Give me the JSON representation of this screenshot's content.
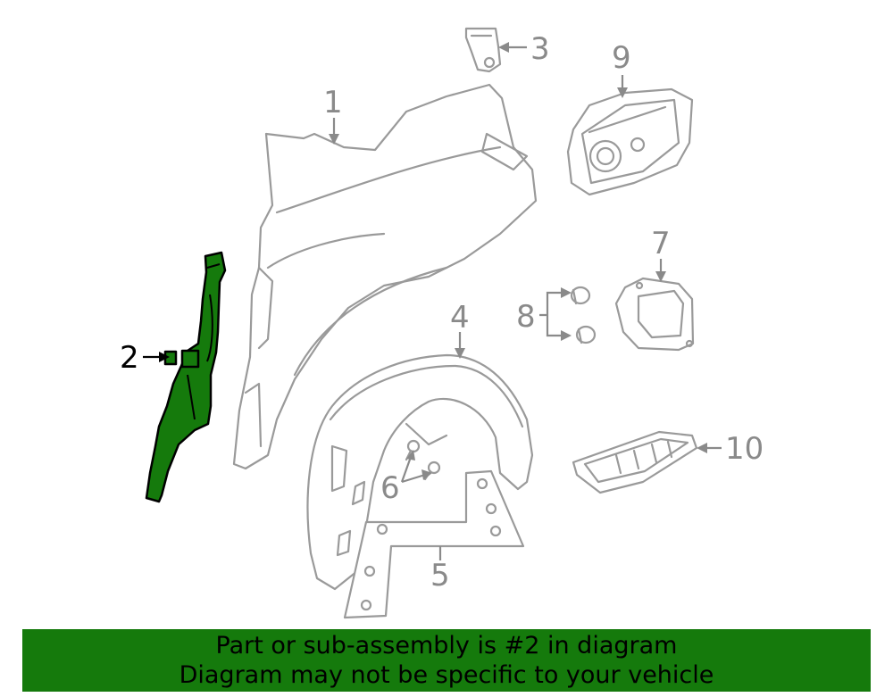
{
  "callouts": {
    "c1": "1",
    "c2": "2",
    "c3": "3",
    "c4": "4",
    "c5": "5",
    "c6": "6",
    "c7": "7",
    "c8": "8",
    "c9": "9",
    "c10": "10"
  },
  "highlighted_part": "2",
  "colors": {
    "highlight": "#157a0c",
    "line_art": "#9a9a9a",
    "callout_text": "#8a8a8a",
    "active_callout": "#000000"
  },
  "banner": {
    "line1": "Part or sub-assembly is #2 in diagram",
    "line2": "Diagram may not be specific to your vehicle"
  }
}
